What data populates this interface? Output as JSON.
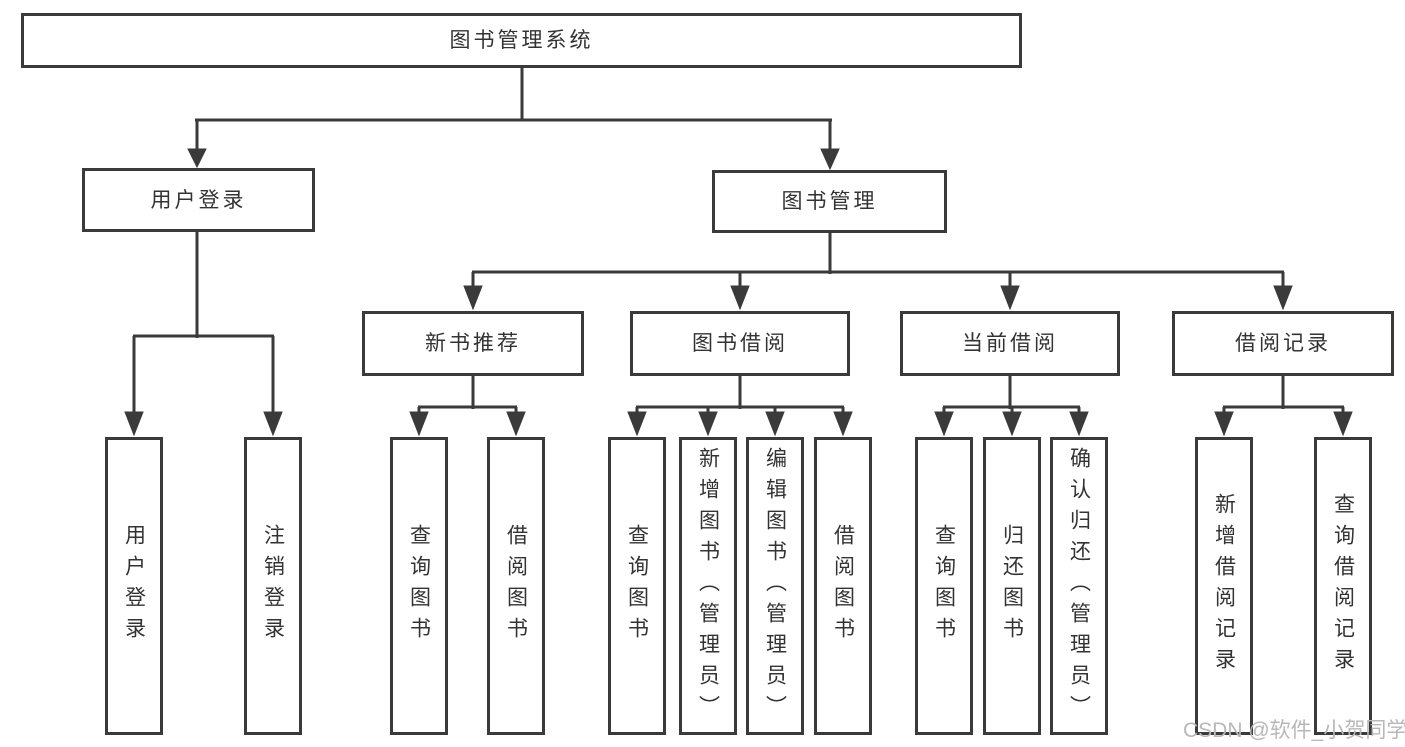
{
  "colors": {
    "line": "#3a3a3a",
    "border": "#3a3a3a",
    "text": "#333333",
    "watermark": "#b8b8b8",
    "background": "#ffffff"
  },
  "nodes": {
    "root": {
      "label": "图书管理系统"
    },
    "branches": [
      {
        "label": "用户登录"
      },
      {
        "label": "图书管理"
      }
    ],
    "modules": [
      {
        "label": "新书推荐"
      },
      {
        "label": "图书借阅"
      },
      {
        "label": "当前借阅"
      },
      {
        "label": "借阅记录"
      }
    ],
    "leaves": [
      {
        "label": "用户登录"
      },
      {
        "label": "注销登录"
      },
      {
        "label": "查询图书"
      },
      {
        "label": "借阅图书"
      },
      {
        "label": "查询图书"
      },
      {
        "label": "新增图书（管理员）"
      },
      {
        "label": "编辑图书（管理员）"
      },
      {
        "label": "借阅图书"
      },
      {
        "label": "查询图书"
      },
      {
        "label": "归还图书"
      },
      {
        "label": "确认归还（管理员）"
      },
      {
        "label": "新增借阅记录"
      },
      {
        "label": "查询借阅记录"
      }
    ]
  },
  "watermark": {
    "text": "CSDN @软件_小贺同学"
  }
}
